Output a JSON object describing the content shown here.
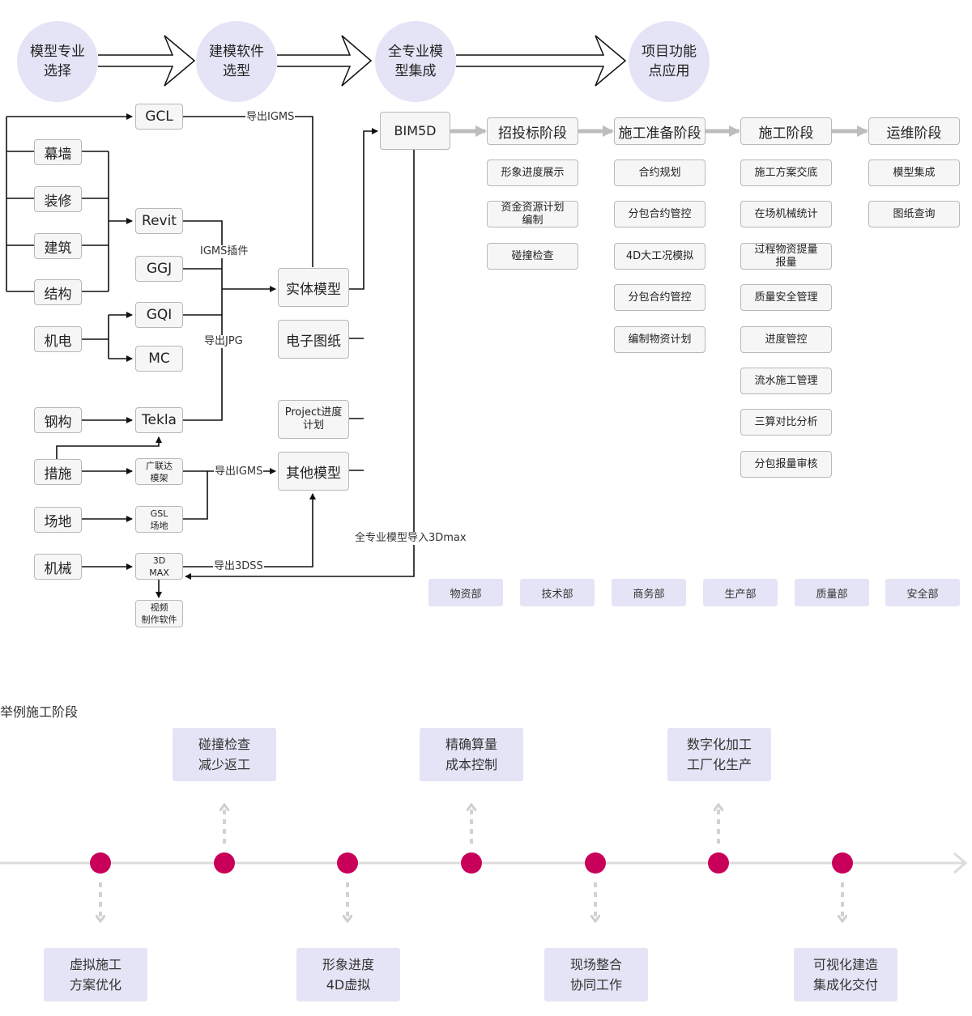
{
  "flow_circles": [
    {
      "label": "模型专业\n选择"
    },
    {
      "label": "建模软件\n选型"
    },
    {
      "label": "全专业模\n型集成"
    },
    {
      "label": "项目功能\n点应用"
    }
  ],
  "disciplines": {
    "curtain_wall": "幕墙",
    "decoration": "装修",
    "architecture": "建筑",
    "structure": "结构",
    "mep": "机电",
    "steel": "钢构",
    "measures": "措施",
    "site": "场地",
    "machinery": "机械"
  },
  "software": {
    "gcl": "GCL",
    "revit": "Revit",
    "ggj": "GGJ",
    "gqi": "GQI",
    "mc": "MC",
    "tekla": "Tekla",
    "glodon_formwork": "广联达\n模架",
    "gsl_site": "GSL\n场地",
    "max3d": "3D\nMAX",
    "video_software": "视频\n制作软件"
  },
  "models": {
    "solid_model": "实体模型",
    "electronic_drawing": "电子图纸",
    "project_schedule": "Project进度\n计划",
    "other_models": "其他模型",
    "bim5d": "BIM5D"
  },
  "connector_labels": {
    "export_igms_top": "导出IGMS",
    "igms_plugin": "IGMS插件",
    "export_jpg": "导出JPG",
    "export_igms_mid": "导出IGMS",
    "export_3dss": "导出3DSS",
    "import_3dmax": "全专业模型导入3Dmax"
  },
  "phases": [
    {
      "title": "招投标阶段",
      "items": [
        "形象进度展示",
        "资金资源计划\n编制",
        "碰撞检查"
      ]
    },
    {
      "title": "施工准备阶段",
      "items": [
        "合约规划",
        "分包合约管控",
        "4D大工况模拟",
        "分包合约管控",
        "编制物资计划"
      ]
    },
    {
      "title": "施工阶段",
      "items": [
        "施工方案交底",
        "在场机械统计",
        "过程物资提量\n报量",
        "质量安全管理",
        "进度管控",
        "流水施工管理",
        "三算对比分析",
        "分包报量审核"
      ]
    },
    {
      "title": "运维阶段",
      "items": [
        "模型集成",
        "图纸查询"
      ]
    }
  ],
  "departments": [
    "物资部",
    "技术部",
    "商务部",
    "生产部",
    "质量部",
    "安全部"
  ],
  "timeline": {
    "title": "举例施工阶段",
    "milestones": [
      {
        "text": "虚拟施工\n方案优化",
        "position": "below"
      },
      {
        "text": "碰撞检查\n减少返工",
        "position": "above"
      },
      {
        "text": "形象进度\n4D虚拟",
        "position": "below"
      },
      {
        "text": "精确算量\n成本控制",
        "position": "above"
      },
      {
        "text": "现场整合\n协同工作",
        "position": "below"
      },
      {
        "text": "数字化加工\n工厂化生产",
        "position": "above"
      },
      {
        "text": "可视化建造\n集成化交付",
        "position": "below"
      }
    ]
  },
  "colors": {
    "accent_dot": "#c8005a",
    "card_fill": "#e4e4f6",
    "box_fill": "#f6f6f6",
    "arrow_grey": "#bdbdbd",
    "line_black": "#111111"
  }
}
